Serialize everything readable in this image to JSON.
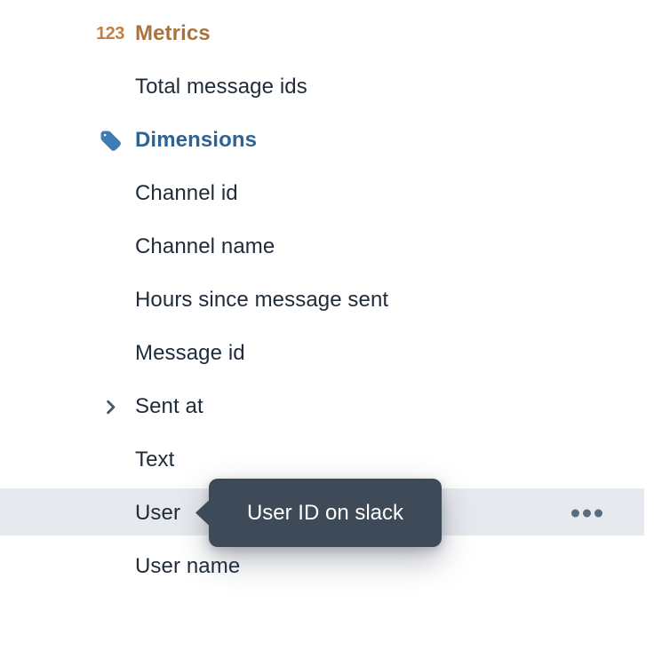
{
  "explorer": {
    "metrics_icon_label": "123",
    "rows": [
      {
        "type": "section-header",
        "label": "Metrics",
        "icon": "numeric-123-icon"
      },
      {
        "type": "metric-item",
        "label": "Total message ids"
      },
      {
        "type": "section-header",
        "label": "Dimensions",
        "icon": "tag-icon"
      },
      {
        "type": "dimension-item",
        "label": "Channel id"
      },
      {
        "type": "dimension-item",
        "label": "Channel name"
      },
      {
        "type": "dimension-item",
        "label": "Hours since message sent"
      },
      {
        "type": "dimension-item",
        "label": "Message id"
      },
      {
        "type": "dimension-item",
        "label": "Sent at",
        "expandable": true,
        "icon": "chevron-right-icon"
      },
      {
        "type": "dimension-item",
        "label": "Text"
      },
      {
        "type": "dimension-item",
        "label": "User",
        "highlighted": true,
        "has_menu": true
      },
      {
        "type": "dimension-item",
        "label": "User name"
      }
    ],
    "tooltip": {
      "text": "User ID on slack"
    }
  },
  "colors": {
    "metrics_header": "#a9743c",
    "metrics_icon": "#c08045",
    "dimensions_header": "#2d6395",
    "dimensions_icon": "#3e7cb4",
    "item_text": "#202c39",
    "chevron": "#49596a",
    "highlight_row_bg": "#e6e9ee",
    "tooltip_bg": "#3e4a57",
    "tooltip_text": "#ffffff",
    "menu_dots": "#5a6b7c"
  }
}
